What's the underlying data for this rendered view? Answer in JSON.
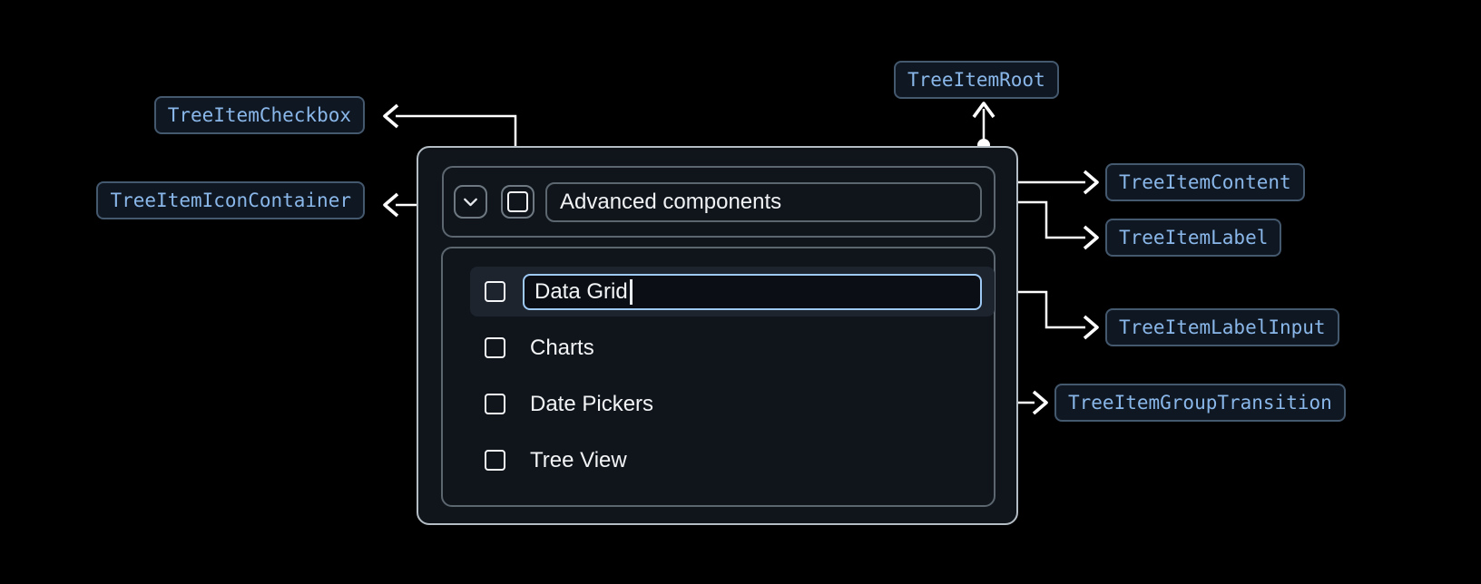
{
  "annotations": {
    "root": "TreeItemRoot",
    "checkbox": "TreeItemCheckbox",
    "icon_container": "TreeItemIconContainer",
    "content": "TreeItemContent",
    "item_label": "TreeItemLabel",
    "label_input": "TreeItemLabelInput",
    "group_transition": "TreeItemGroupTransition"
  },
  "tree": {
    "parent_label": "Advanced components",
    "editing_item_value": "Data Grid",
    "items": [
      "Charts",
      "Date Pickers",
      "Tree View"
    ]
  },
  "icons": {
    "expand": "chevron-down-icon",
    "checkbox": "checkbox-unchecked-icon"
  },
  "colors": {
    "chip_text": "#8AB7E9",
    "chip_border": "#44586E",
    "chip_background": "#0F1722",
    "panel_border": "#B4BCC4",
    "inner_border": "#5C666F",
    "selected_row_background": "#1D242E",
    "input_focus_border": "#9EC9F5",
    "connector": "#FFFFFF",
    "page_background": "#000000"
  }
}
